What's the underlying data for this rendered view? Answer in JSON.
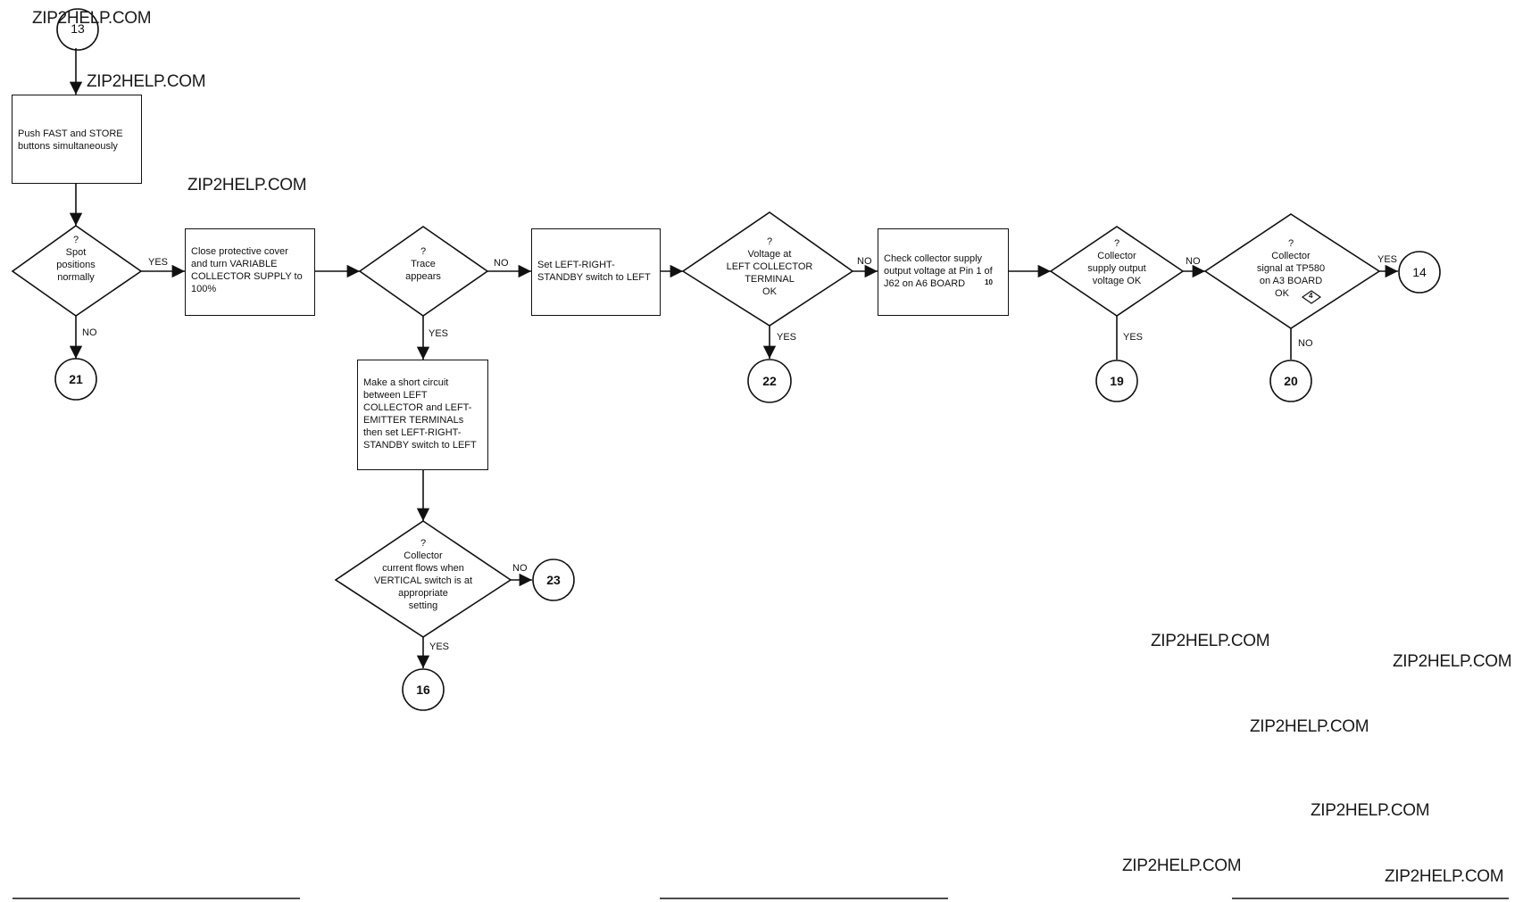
{
  "watermarks": [
    "ZIP2HELP.COM",
    "ZIP2HELP.COM",
    "ZIP2HELP.COM",
    "ZIP2HELP.COM",
    "ZIP2HELP.COM",
    "ZIP2HELP.COM",
    "ZIP2HELP.COM",
    "ZIP2HELP.COM",
    "ZIP2HELP.COM"
  ],
  "connectors": {
    "c13": "13",
    "c21": "21",
    "c16": "16",
    "c23": "23",
    "c22": "22",
    "c19": "19",
    "c20": "20",
    "c14": "14"
  },
  "boxes": {
    "push_fast": [
      "Push FAST and STORE",
      "buttons simultaneously"
    ],
    "close_cover": [
      "Close protective cover",
      "and turn VARIABLE",
      "COLLECTOR SUPPLY to",
      "100%"
    ],
    "set_left": [
      "Set LEFT-RIGHT-",
      "STANDBY switch to LEFT"
    ],
    "short_circuit": [
      "Make a short circuit",
      "between LEFT",
      "COLLECTOR and LEFT-",
      "EMITTER TERMINALs",
      "then set LEFT-RIGHT-",
      "STANDBY switch to LEFT"
    ],
    "check_supply": [
      "Check collector supply",
      "output voltage at Pin 1 of",
      "J62 on A6 BOARD"
    ]
  },
  "check_supply_ref": "10",
  "decisions": {
    "spot": [
      "?",
      "Spot",
      "positions",
      "normally"
    ],
    "trace": [
      "?",
      "Trace",
      "appears"
    ],
    "collector_current": [
      "?",
      "Collector",
      "current flows when",
      "VERTICAL switch is at",
      "appropriate",
      "setting"
    ],
    "voltage_left": [
      "?",
      "Voltage at",
      "LEFT COLLECTOR",
      "TERMINAL",
      "OK"
    ],
    "supply_ok": [
      "?",
      "Collector",
      "supply output",
      "voltage OK"
    ],
    "signal_tp": [
      "?",
      "Collector",
      "signal at TP580",
      "on A3 BOARD",
      "OK"
    ]
  },
  "signal_tp_ref": "4",
  "edge_labels": {
    "spot_yes": "YES",
    "spot_no": "NO",
    "trace_no": "NO",
    "trace_yes": "YES",
    "current_no": "NO",
    "current_yes": "YES",
    "voltage_no": "NO",
    "voltage_yes": "YES",
    "supply_no": "NO",
    "supply_yes": "YES",
    "signal_yes": "YES",
    "signal_no": "NO"
  }
}
